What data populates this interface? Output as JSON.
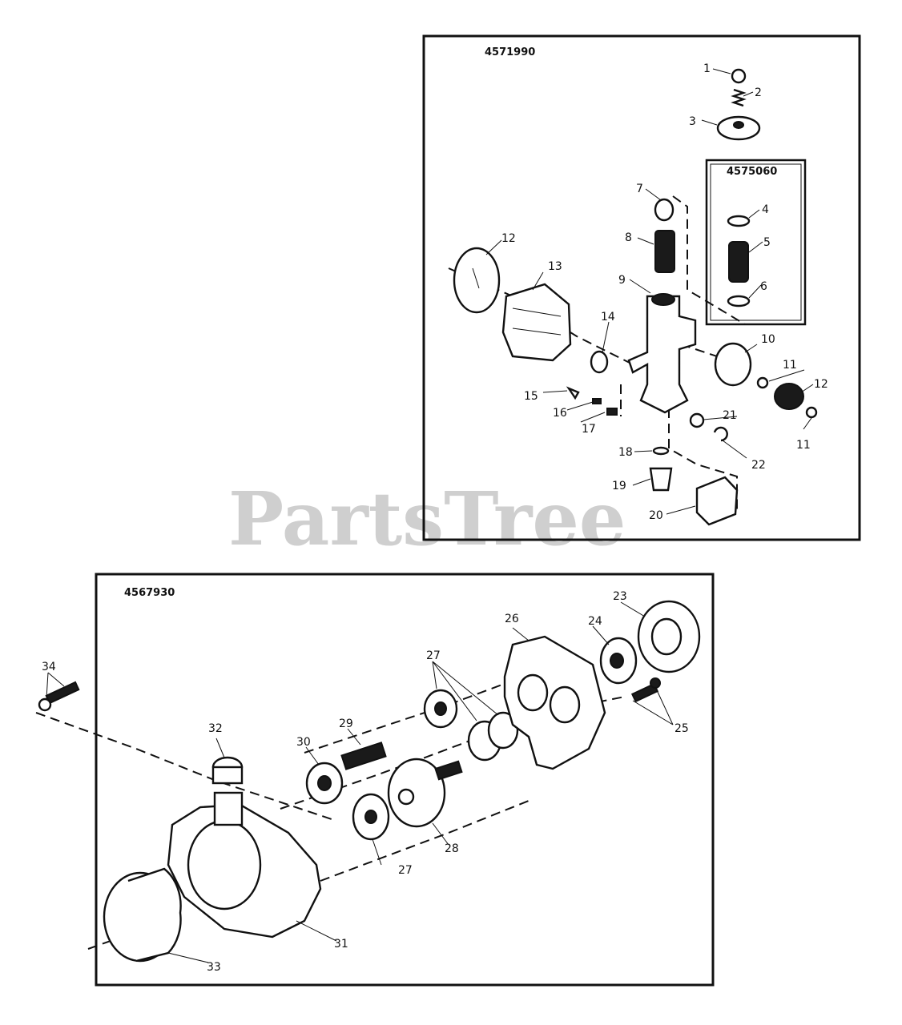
{
  "watermark": "PartsTree",
  "panels": [
    {
      "id": "upper",
      "kit_number": "4571990",
      "subkit_number": "4575060",
      "callouts": [
        "1",
        "2",
        "3",
        "4",
        "5",
        "6",
        "7",
        "8",
        "9",
        "10",
        "11",
        "12",
        "12",
        "13",
        "14",
        "15",
        "16",
        "17",
        "18",
        "19",
        "20",
        "21",
        "22",
        "11"
      ]
    },
    {
      "id": "lower",
      "kit_number": "4567930",
      "callouts": [
        "23",
        "24",
        "25",
        "26",
        "27",
        "27",
        "28",
        "29",
        "30",
        "31",
        "32",
        "33",
        "34"
      ]
    }
  ]
}
